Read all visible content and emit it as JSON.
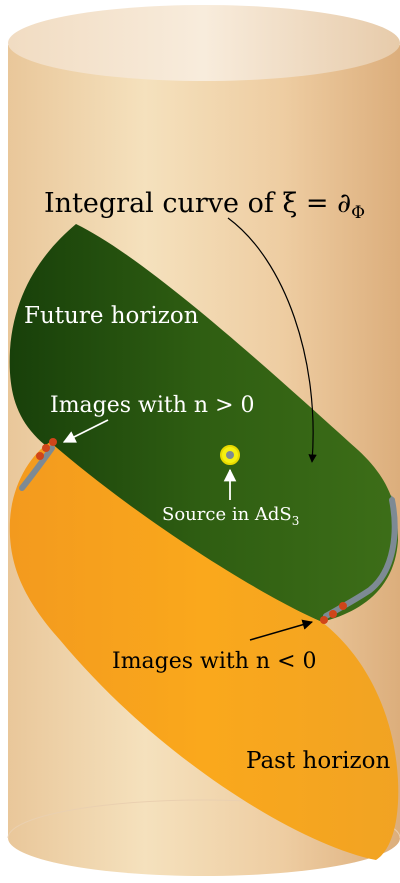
{
  "labels": {
    "integral_curve": "Integral curve of ξ = ∂",
    "integral_curve_sub": "Φ",
    "future_horizon": "Future horizon",
    "images_pos": "Images with n > 0",
    "source": "Source in AdS",
    "source_sub": "3",
    "images_neg": "Images with n < 0",
    "past_horizon": "Past horizon"
  },
  "colors": {
    "cylinder_light": "#f6e6c6",
    "cylinder_dark": "#e2b07a",
    "future_horizon": "#2e5a10",
    "past_horizon": "#f7a01e",
    "curve": "#7d8a94",
    "source_dot": "#f4ef10",
    "images": "#d0451a"
  }
}
